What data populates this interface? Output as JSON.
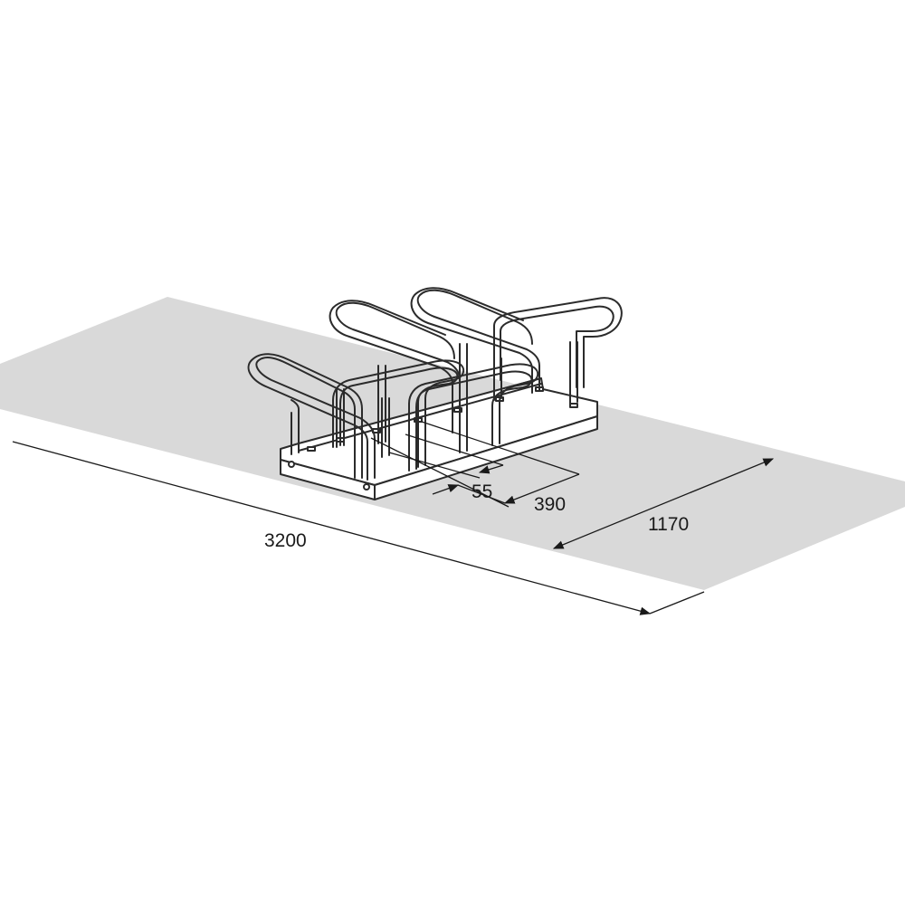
{
  "diagram": {
    "colors": {
      "floor": "#d9d9d9",
      "rack_stroke": "#2b2b2b",
      "rack_fill": "#ffffff",
      "dimension_line": "#1a1a1a"
    },
    "dimensions": {
      "overall_length": "3200",
      "depth": "1170",
      "slot_spacing": "390",
      "tube_gap": "55"
    }
  }
}
